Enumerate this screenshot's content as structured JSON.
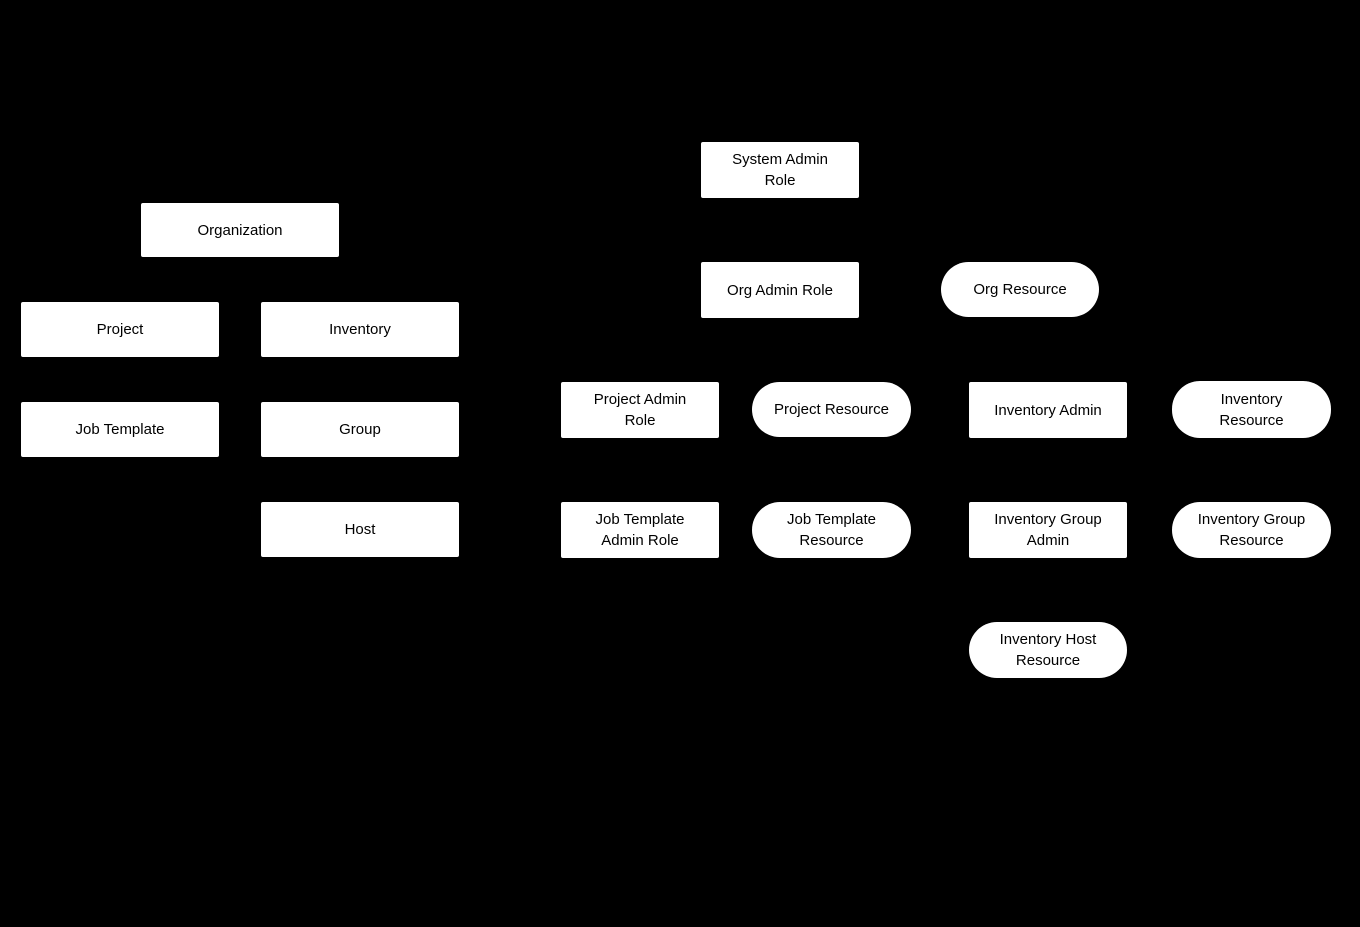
{
  "diagram": {
    "background_color": "#000000",
    "node_fill_color": "#ffffff",
    "node_text_color": "#000000",
    "nodes": {
      "organization": {
        "label": "Organization",
        "shape": "rectangle"
      },
      "project": {
        "label": "Project",
        "shape": "rectangle"
      },
      "inventory": {
        "label": "Inventory",
        "shape": "rectangle"
      },
      "job_template": {
        "label": "Job Template",
        "shape": "rectangle"
      },
      "group": {
        "label": "Group",
        "shape": "rectangle"
      },
      "host": {
        "label": "Host",
        "shape": "rectangle"
      },
      "system_admin_role": {
        "label": "System Admin\nRole",
        "shape": "rectangle"
      },
      "org_admin_role": {
        "label": "Org Admin Role",
        "shape": "rectangle"
      },
      "org_resource": {
        "label": "Org Resource",
        "shape": "rounded"
      },
      "project_admin_role": {
        "label": "Project Admin\nRole",
        "shape": "rectangle"
      },
      "project_resource": {
        "label": "Project Resource",
        "shape": "rounded"
      },
      "inventory_admin": {
        "label": "Inventory Admin",
        "shape": "rectangle"
      },
      "inventory_resource": {
        "label": "Inventory\nResource",
        "shape": "rounded"
      },
      "job_template_admin_role": {
        "label": "Job Template\nAdmin Role",
        "shape": "rectangle"
      },
      "job_template_resource": {
        "label": "Job Template\nResource",
        "shape": "rounded"
      },
      "inventory_group_admin": {
        "label": "Inventory Group\nAdmin",
        "shape": "rectangle"
      },
      "inventory_group_resource": {
        "label": "Inventory Group\nResource",
        "shape": "rounded"
      },
      "inventory_host_resource": {
        "label": "Inventory Host\nResource",
        "shape": "rounded"
      }
    }
  }
}
